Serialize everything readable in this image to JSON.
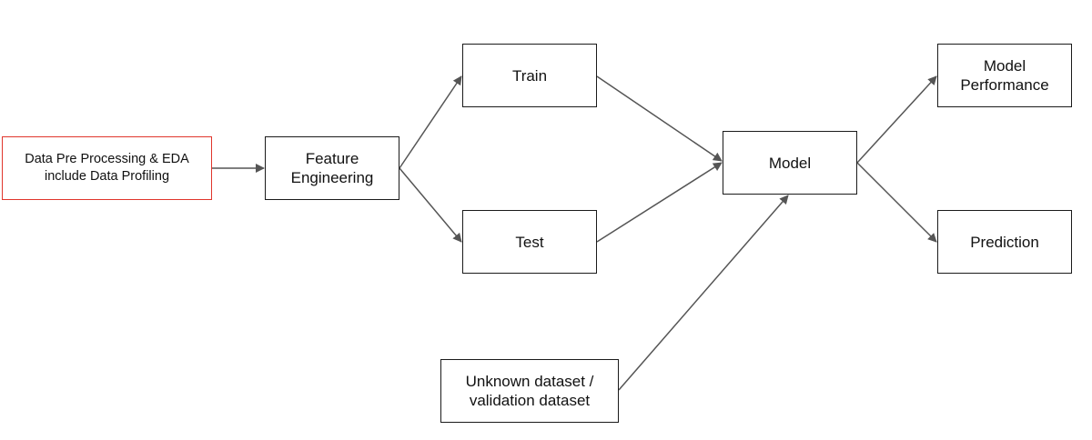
{
  "diagram": {
    "nodes": [
      {
        "id": "dpp",
        "label": "Data Pre Processing & EDA\ninclude Data Profiling",
        "highlight": true
      },
      {
        "id": "fe",
        "label": "Feature\nEngineering"
      },
      {
        "id": "train",
        "label": "Train"
      },
      {
        "id": "test",
        "label": "Test"
      },
      {
        "id": "model",
        "label": "Model"
      },
      {
        "id": "perf",
        "label": "Model\nPerformance"
      },
      {
        "id": "pred",
        "label": "Prediction"
      },
      {
        "id": "unknown",
        "label": "Unknown dataset /\nvalidation dataset"
      }
    ],
    "edges": [
      {
        "from": "dpp",
        "to": "fe"
      },
      {
        "from": "fe",
        "to": "train"
      },
      {
        "from": "fe",
        "to": "test"
      },
      {
        "from": "train",
        "to": "model"
      },
      {
        "from": "test",
        "to": "model"
      },
      {
        "from": "unknown",
        "to": "model"
      },
      {
        "from": "model",
        "to": "perf"
      },
      {
        "from": "model",
        "to": "pred"
      }
    ],
    "colors": {
      "border": "#1a1a1a",
      "highlight_border": "#e0362c",
      "arrow": "#555555",
      "text": "#111111",
      "background": "#ffffff"
    }
  }
}
